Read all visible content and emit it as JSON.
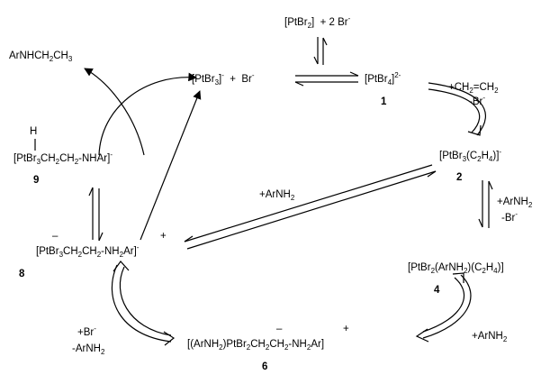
{
  "species": {
    "ptbr2": "[PtBr2]  +  2 Br-",
    "ptbr3": "[PtBr3]-  +  Br-",
    "ptbr4": "[PtBr4]2-",
    "amine_product": "ArNHCH2CH3",
    "hydride_h": "H",
    "hydride_complex": "[PtBr3CH2CH2-NHAr]-",
    "ethylene_complex": "[PtBr3(C2H4)]-",
    "aminoethyl_zwitterion": "[PtBr3CH2CH2-NH2Ar]-",
    "amine_ethylene_complex": "[PtBr2(ArNH2)(C2H4)]",
    "bis_zwitterion": "[(ArNH2)PtBr2CH2CH2-NH2Ar]"
  },
  "charges": {
    "c8_minus": "–",
    "c8_plus": "+",
    "c6_minus": "–",
    "c6_plus": "+"
  },
  "numbers": {
    "n1": "1",
    "n2": "2",
    "n4": "4",
    "n6": "6",
    "n8": "8",
    "n9": "9"
  },
  "reagents": {
    "step_1_2_add": "+CH2=CH2",
    "step_1_2_loss": "-Br-",
    "step_2_4_add": "+ArNH2",
    "step_2_4_loss": "-Br-",
    "step_4_6": "+ArNH2",
    "step_6_8_add": "+Br-",
    "step_6_8_loss": "-ArNH2",
    "step_2_8": "+ArNH2"
  }
}
